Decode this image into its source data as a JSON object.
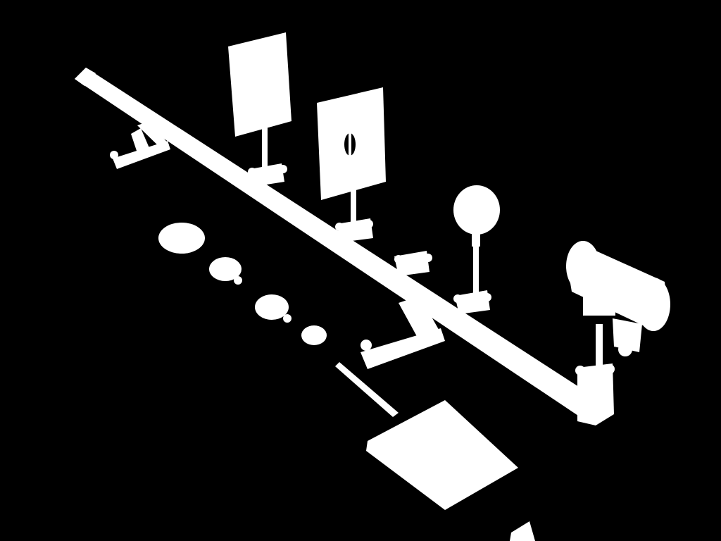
{
  "scene": {
    "background": "#000000",
    "foreground": "#ffffff",
    "parts": [
      {
        "name": "optical-rail",
        "kind": "beam"
      },
      {
        "name": "rail-stand-left",
        "kind": "stand"
      },
      {
        "name": "rail-stand-right",
        "kind": "stand"
      },
      {
        "name": "white-screen",
        "kind": "screen"
      },
      {
        "name": "slit-screen",
        "kind": "screen"
      },
      {
        "name": "lens-holder",
        "kind": "lens"
      },
      {
        "name": "light-source-lamp",
        "kind": "lamp"
      },
      {
        "name": "rail-carrier",
        "kind": "carrier"
      },
      {
        "name": "lens-disc",
        "kind": "lens"
      },
      {
        "name": "power-supply",
        "kind": "box"
      },
      {
        "name": "power-cable",
        "kind": "cable"
      }
    ]
  }
}
